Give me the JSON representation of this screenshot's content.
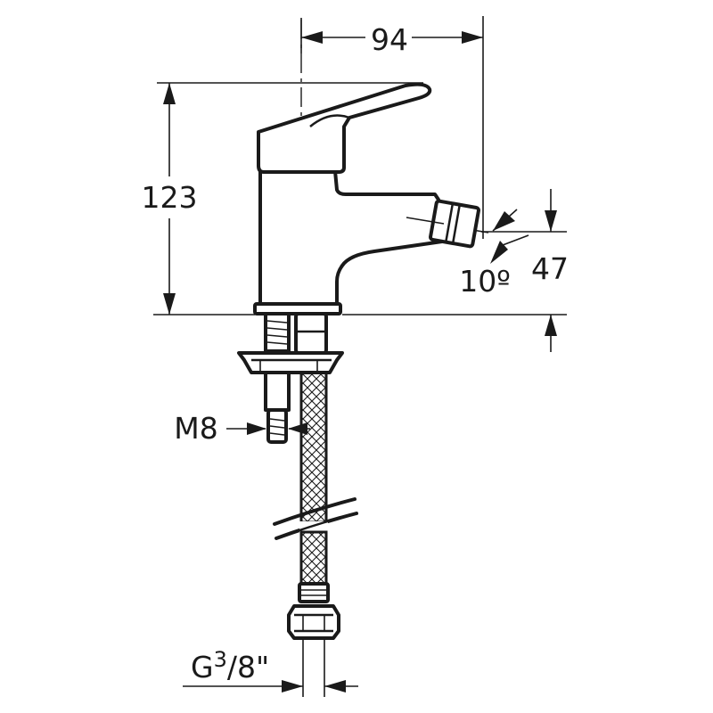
{
  "dimensions": {
    "width_94": "94",
    "height_123": "123",
    "outlet_height_47": "47",
    "outlet_angle": "10º",
    "thread_m8": "M8",
    "connection_prefix": "G",
    "connection_sup": "3",
    "connection_suffix": "/8\""
  }
}
